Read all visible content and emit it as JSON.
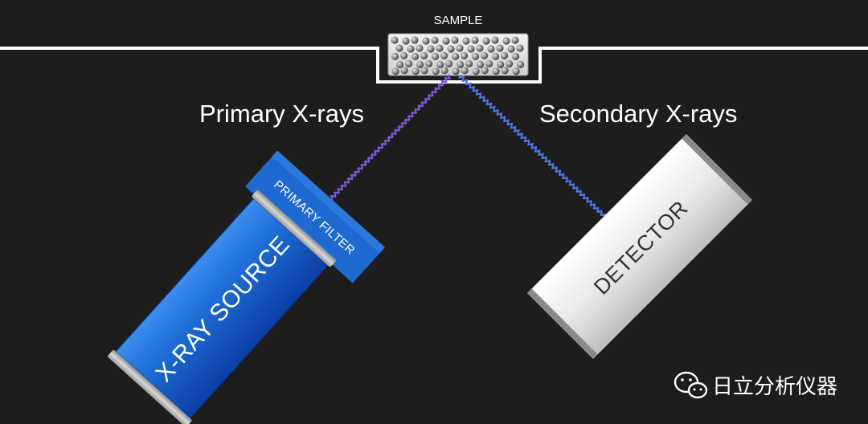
{
  "labels": {
    "sample": "SAMPLE",
    "primary_rays": "Primary X-rays",
    "secondary_rays": "Secondary X-rays",
    "primary_filter": "PRIMARY FILTER",
    "xray_source": "X-RAY SOURCE",
    "detector": "DETECTOR"
  },
  "watermark": {
    "text": "日立分析仪器",
    "icon": "wechat-icon"
  },
  "colors": {
    "background": "#1e1d1e",
    "outline": "#ffffff",
    "source_blue": "#1f6fd6",
    "filter_blue": "#1e6ad0",
    "detector_gray": "#e6e6e6",
    "primary_ray": "#7a5ad6",
    "secondary_ray": "#4a78e0"
  }
}
